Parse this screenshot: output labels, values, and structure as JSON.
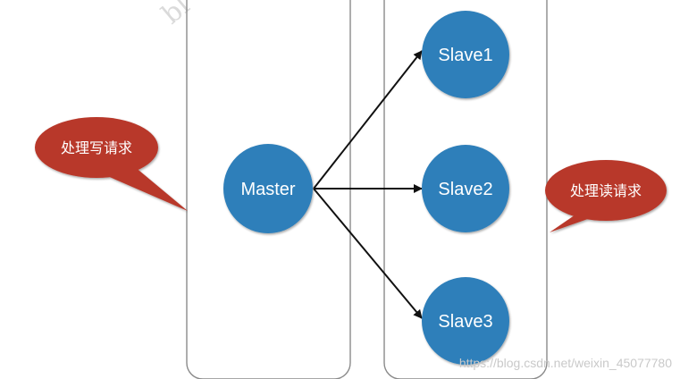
{
  "colors": {
    "node_fill": "#2f7fba",
    "callout_fill": "#b8382a",
    "group_stroke": "#8a8a8a",
    "arrow": "#111111"
  },
  "master": {
    "label": "Master"
  },
  "slaves": [
    {
      "label": "Slave1"
    },
    {
      "label": "Slave2"
    },
    {
      "label": "Slave3"
    }
  ],
  "callouts": {
    "write": "处理写请求",
    "read": "处理读请求"
  },
  "watermark": {
    "top": "bl",
    "url": "https://blog.csdn.net/weixin_45077780"
  }
}
